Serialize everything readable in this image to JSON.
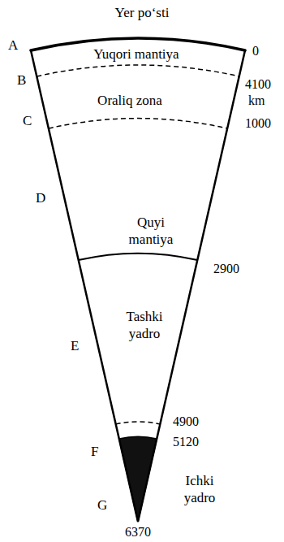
{
  "diagram": {
    "nodes": [
      {
        "text": [
          "Yuqori mantiya"
        ]
      },
      {
        "text": [
          "Oraliq zona"
        ]
      },
      {
        "text": [
          "Quyi mantiya"
        ]
      },
      {
        "text": [
          "Tashki yadro"
        ]
      },
      {
        "text": [
          "Ichki yadro"
        ]
      }
    ],
    "labels": [
      "Yer po‘sti",
      "A",
      "B",
      "C",
      "D",
      "E",
      "F",
      "G",
      "0",
      "4100",
      "km",
      "1000",
      "2900",
      "4900",
      "5120",
      "6370"
    ]
  }
}
